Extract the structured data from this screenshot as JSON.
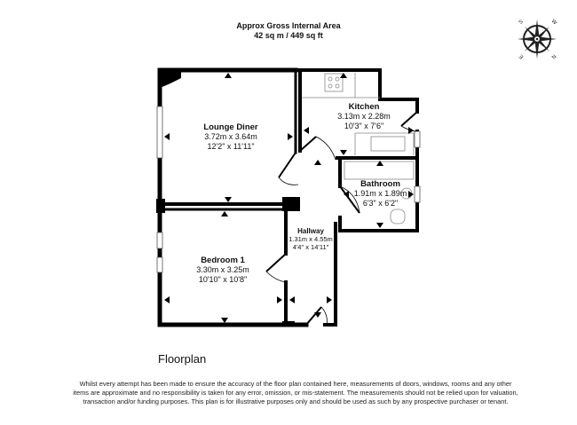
{
  "header": {
    "line1": "Approx Gross Internal Area",
    "line2": "42 sq m / 449 sq ft"
  },
  "compass": {
    "icon": "compass-rose-icon",
    "letters": [
      "N",
      "E",
      "S",
      "W"
    ]
  },
  "rooms": [
    {
      "name": "Lounge Diner",
      "metric": "3.72m x 3.64m",
      "imperial": "12'2\" x 11'11\""
    },
    {
      "name": "Kitchen",
      "metric": "3.13m x 2.28m",
      "imperial": "10'3\" x 7'6\""
    },
    {
      "name": "Bathroom",
      "metric": "1.91m x 1.89m",
      "imperial": "6'3\" x 6'2\""
    },
    {
      "name": "Hallway",
      "metric": "1.31m x 4.55m",
      "imperial": "4'4\" x 14'11\""
    },
    {
      "name": "Bedroom 1",
      "metric": "3.30m x 3.25m",
      "imperial": "10'10\" x 10'8\""
    }
  ],
  "plan_title": "Floorplan",
  "disclaimer": "Whilst every attempt has been made to ensure the accuracy of the floor plan contained here, measurements of doors, windows, rooms and any other items are approximate and no responsibility is taken for any error, omission, or mis-statement. The measurements should not be relied upon for valuation, transaction and/or funding purposes. This plan is for illustrative purposes only and should be used as such by any prospective purchaser or tenant."
}
